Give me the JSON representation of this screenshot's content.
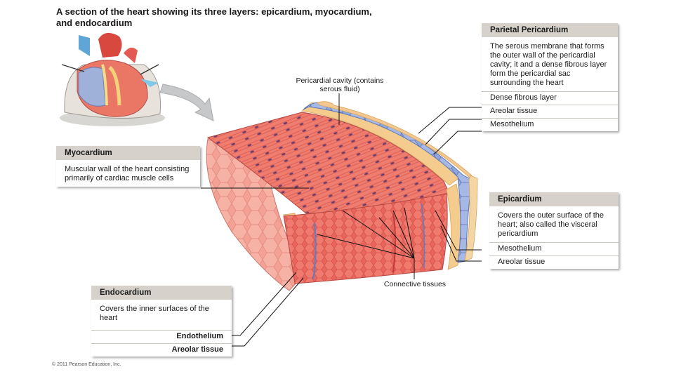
{
  "title": "A section of the heart showing its three layers: epicardium, myocardium, and endocardium",
  "parietal": {
    "heading": "Parietal Pericardium",
    "description": "The serous membrane that forms the outer wall of the pericardial cavity; it and a dense fibrous layer form the pericardial sac surrounding the heart",
    "layers": [
      "Dense fibrous layer",
      "Areolar tissue",
      "Mesothelium"
    ]
  },
  "myocardium": {
    "heading": "Myocardium",
    "description": "Muscular wall of the heart consisting primarily of cardiac muscle cells"
  },
  "epicardium": {
    "heading": "Epicardium",
    "description": "Covers the outer surface of the heart; also called the visceral pericardium",
    "layers": [
      "Mesothelium",
      "Areolar tissue"
    ]
  },
  "endocardium": {
    "heading": "Endocardium",
    "description": "Covers the inner surfaces of the heart",
    "layers": [
      "Endothelium",
      "Areolar tissue"
    ]
  },
  "labels": {
    "pericardial_cavity": "Pericardial cavity (contains serous fluid)",
    "connective_tissues": "Connective tissues"
  },
  "copyright": "© 2011 Pearson Education, Inc."
}
